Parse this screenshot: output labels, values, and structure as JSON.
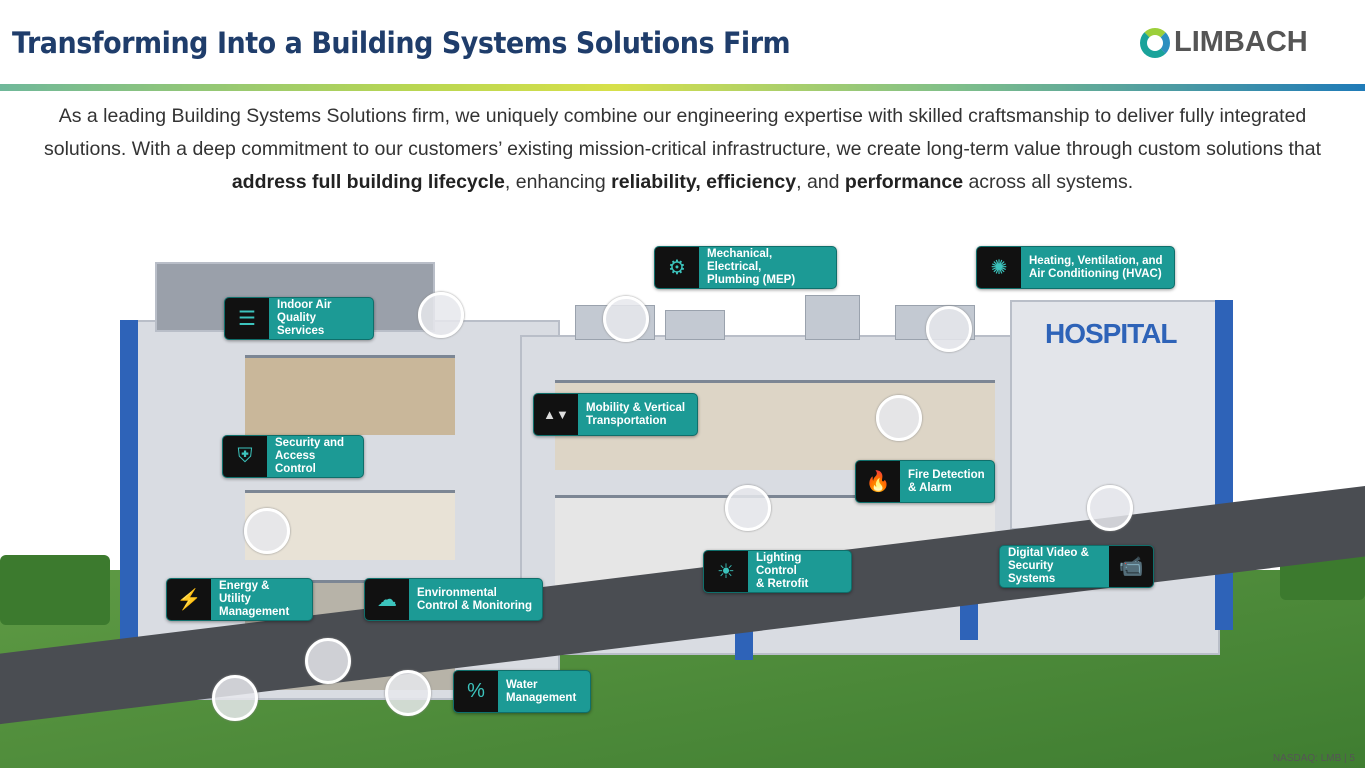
{
  "header": {
    "title": "Transforming Into a Building Systems Solutions Firm",
    "logo_text": "LIMBACH"
  },
  "intro": {
    "part1": "As a leading Building Systems Solutions firm, we uniquely combine our engineering expertise with skilled craftsmanship to deliver fully integrated solutions. With a deep commitment to our customers’ existing mission-critical infrastructure, we create long-term value through custom solutions that ",
    "bold1": "address full building lifecycle",
    "part2": ", enhancing ",
    "bold2": "reliability, efficiency",
    "part3": ", and ",
    "bold3": "performance",
    "part4": " across all systems."
  },
  "building": {
    "sign": "HOSPITAL"
  },
  "labels": [
    {
      "line1": "Mechanical, Electrical,",
      "line2": "Plumbing (MEP)",
      "icon": "gear-wrench-icon"
    },
    {
      "line1": "Heating, Ventilation, and",
      "line2": "Air Conditioning (HVAC)",
      "icon": "fan-icon"
    },
    {
      "line1": "Indoor Air",
      "line2": "Quality Services",
      "icon": "air-filter-icon"
    },
    {
      "line1": "Mobility & Vertical",
      "line2": "Transportation",
      "icon": "elevator-icon"
    },
    {
      "line1": "Security and",
      "line2": "Access Control",
      "icon": "shield-lock-icon"
    },
    {
      "line1": "Fire Detection",
      "line2": "& Alarm",
      "icon": "fire-icon"
    },
    {
      "line1": "Lighting Control",
      "line2": "& Retrofit",
      "icon": "lightbulb-icon"
    },
    {
      "line1": "Digital Video &",
      "line2": "Security Systems",
      "icon": "security-camera-icon"
    },
    {
      "line1": "Energy & Utility",
      "line2": "Management",
      "icon": "energy-icon"
    },
    {
      "line1": "Environmental",
      "line2": "Control & Monitoring",
      "icon": "leaf-cloud-icon"
    },
    {
      "line1": "Water",
      "line2": "Management",
      "icon": "water-drop-icon"
    }
  ],
  "footer": {
    "text": "NASDAQ: LMB | 5"
  }
}
